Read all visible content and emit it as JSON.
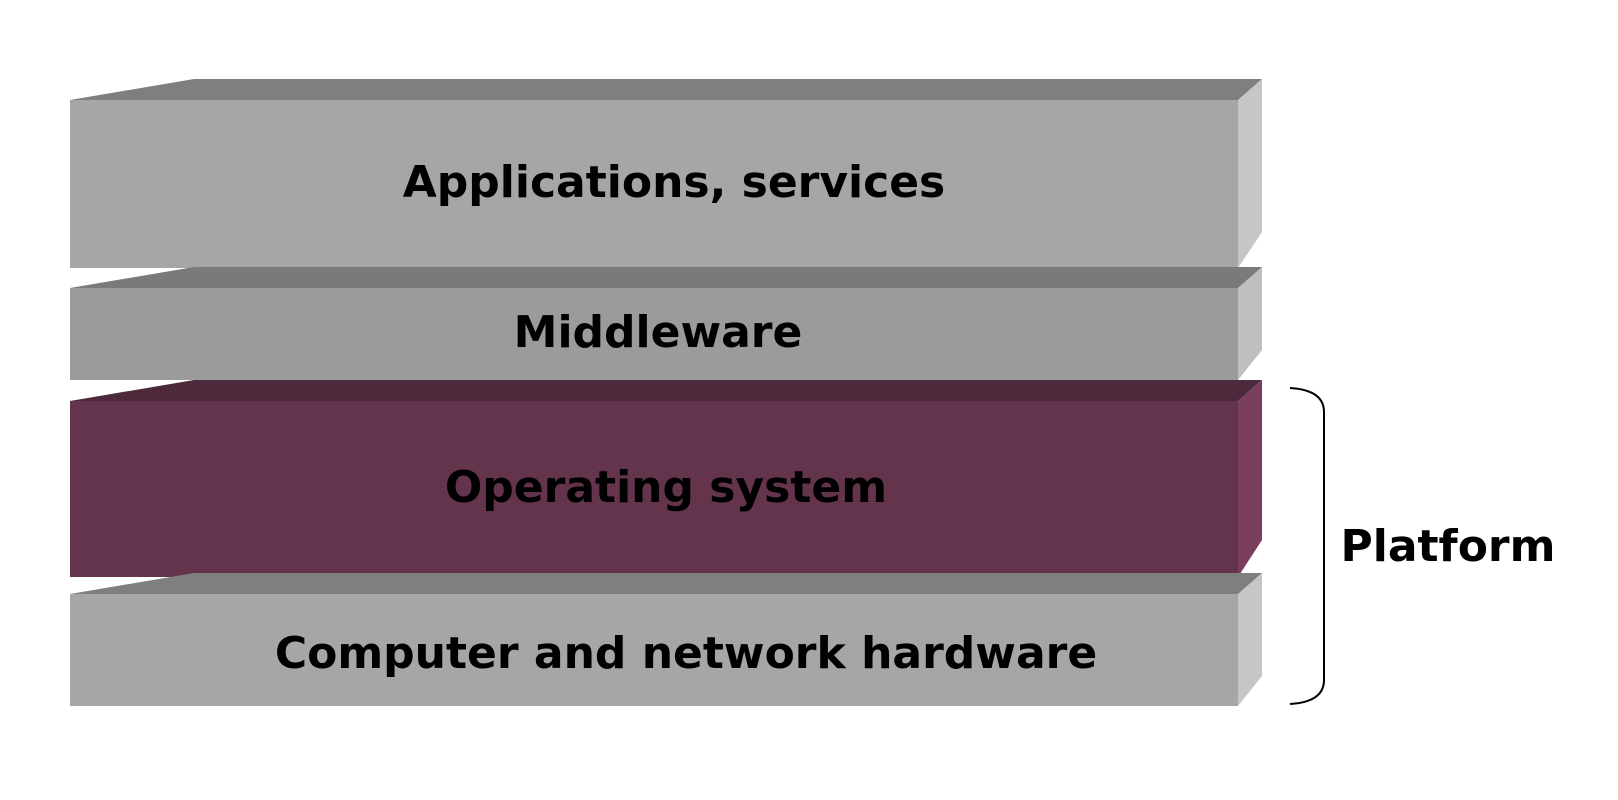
{
  "diagram": {
    "layers": [
      {
        "id": "applications",
        "label": "Applications, services",
        "colors": {
          "front": "#a6a6a6",
          "top": "#7f7f7f",
          "side": "#c6c6c6"
        }
      },
      {
        "id": "middleware",
        "label": "Middleware",
        "colors": {
          "front": "#9b9b9b",
          "top": "#7a7a7a",
          "side": "#bfbfbf"
        }
      },
      {
        "id": "operating-system",
        "label": "Operating system",
        "colors": {
          "front": "#64334c",
          "top": "#4c2a3b",
          "side": "#7a3f5e"
        }
      },
      {
        "id": "hardware",
        "label": "Computer and network hardware",
        "colors": {
          "front": "#a6a6a6",
          "top": "#7f7f7f",
          "side": "#c6c6c6"
        }
      }
    ],
    "bracket": {
      "label": "Platform"
    }
  }
}
